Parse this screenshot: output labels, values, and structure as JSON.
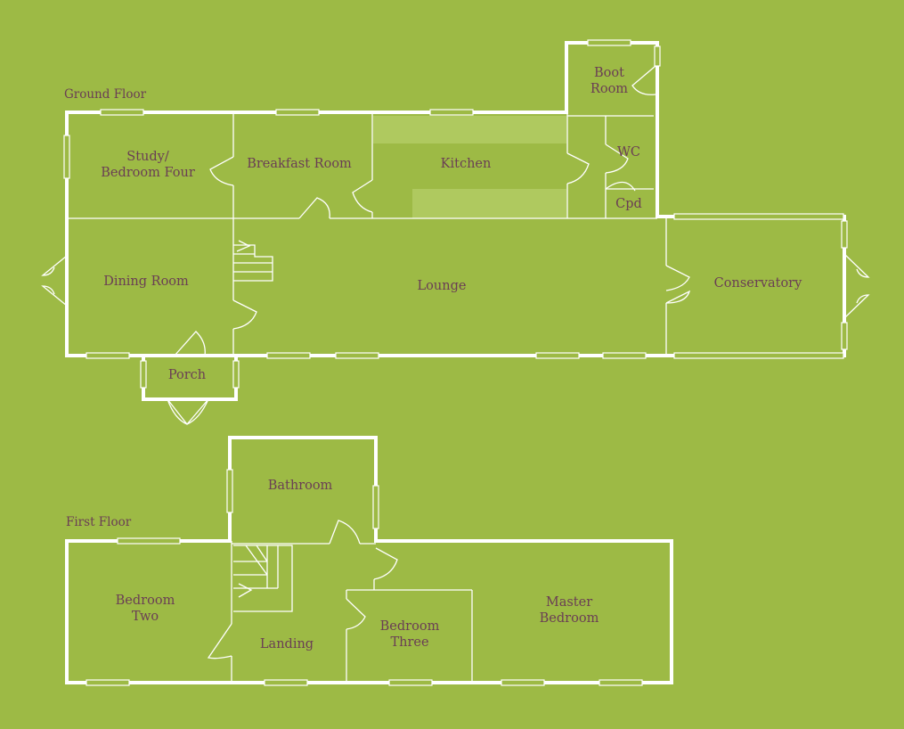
{
  "floors": {
    "ground": {
      "title": "Ground Floor",
      "rooms": {
        "study": "Study/\nBedroom Four",
        "breakfast": "Breakfast Room",
        "kitchen": "Kitchen",
        "boot": "Boot\nRoom",
        "wc": "WC",
        "cpd": "Cpd",
        "dining": "Dining Room",
        "lounge": "Lounge",
        "conservatory": "Conservatory",
        "porch": "Porch"
      }
    },
    "first": {
      "title": "First Floor",
      "rooms": {
        "bathroom": "Bathroom",
        "bedroom_two": "Bedroom\nTwo",
        "landing": "Landing",
        "bedroom_three": "Bedroom\nThree",
        "master": "Master\nBedroom"
      }
    }
  },
  "colors": {
    "background": "#9dba45",
    "walls": "#ffffff",
    "text": "#6a3e54",
    "kitchen_counter": "#afc95f"
  }
}
